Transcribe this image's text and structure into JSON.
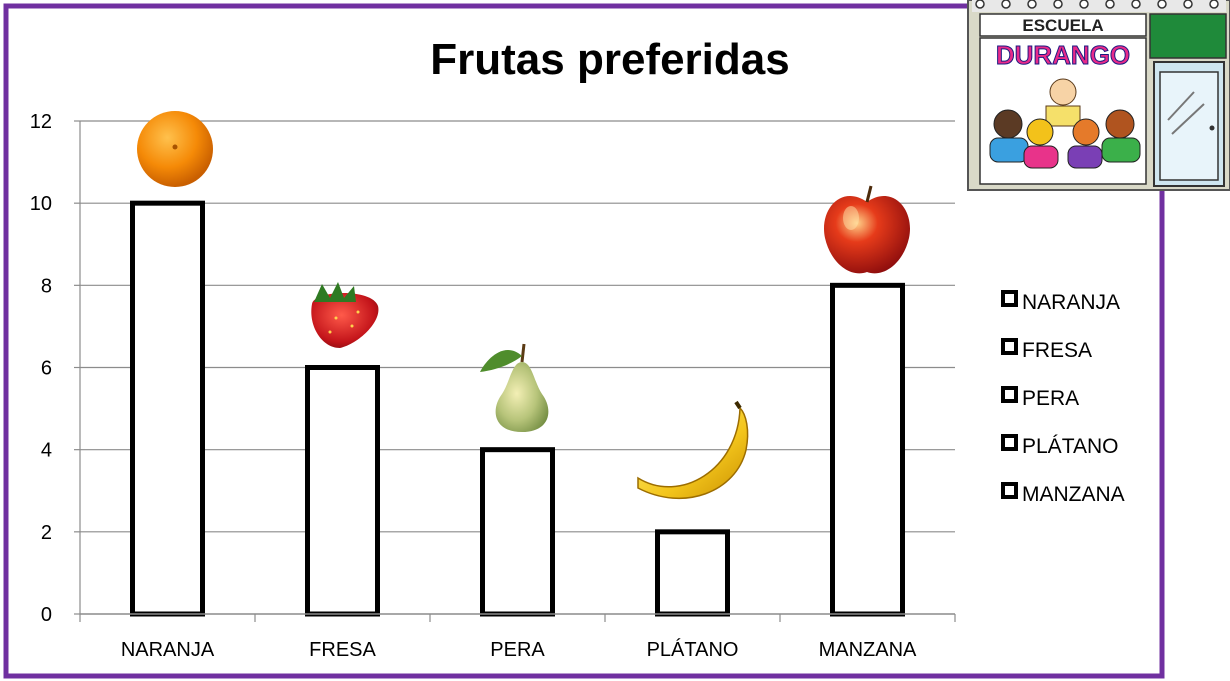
{
  "chart_data": {
    "type": "bar",
    "title": "Frutas preferidas",
    "categories": [
      "NARANJA",
      "FRESA",
      "PERA",
      "PLÁTANO",
      "MANZANA"
    ],
    "values": [
      10,
      6,
      4,
      2,
      8
    ],
    "ylim": [
      0,
      12
    ],
    "yticks": [
      0,
      2,
      4,
      6,
      8,
      10,
      12
    ],
    "xlabel": "",
    "ylabel": "",
    "grid": true,
    "legend_position": "right",
    "legend": [
      "NARANJA",
      "FRESA",
      "PERA",
      "PLÁTANO",
      "MANZANA"
    ],
    "bar_fill": "#ffffff",
    "bar_stroke": "#000000",
    "frame_color": "#7030a0",
    "fruit_icons": [
      "orange-icon",
      "strawberry-icon",
      "pear-icon",
      "banana-icon",
      "apple-icon"
    ]
  },
  "logo": {
    "top_text": "ESCUELA",
    "brand_text": "DURANGO"
  }
}
